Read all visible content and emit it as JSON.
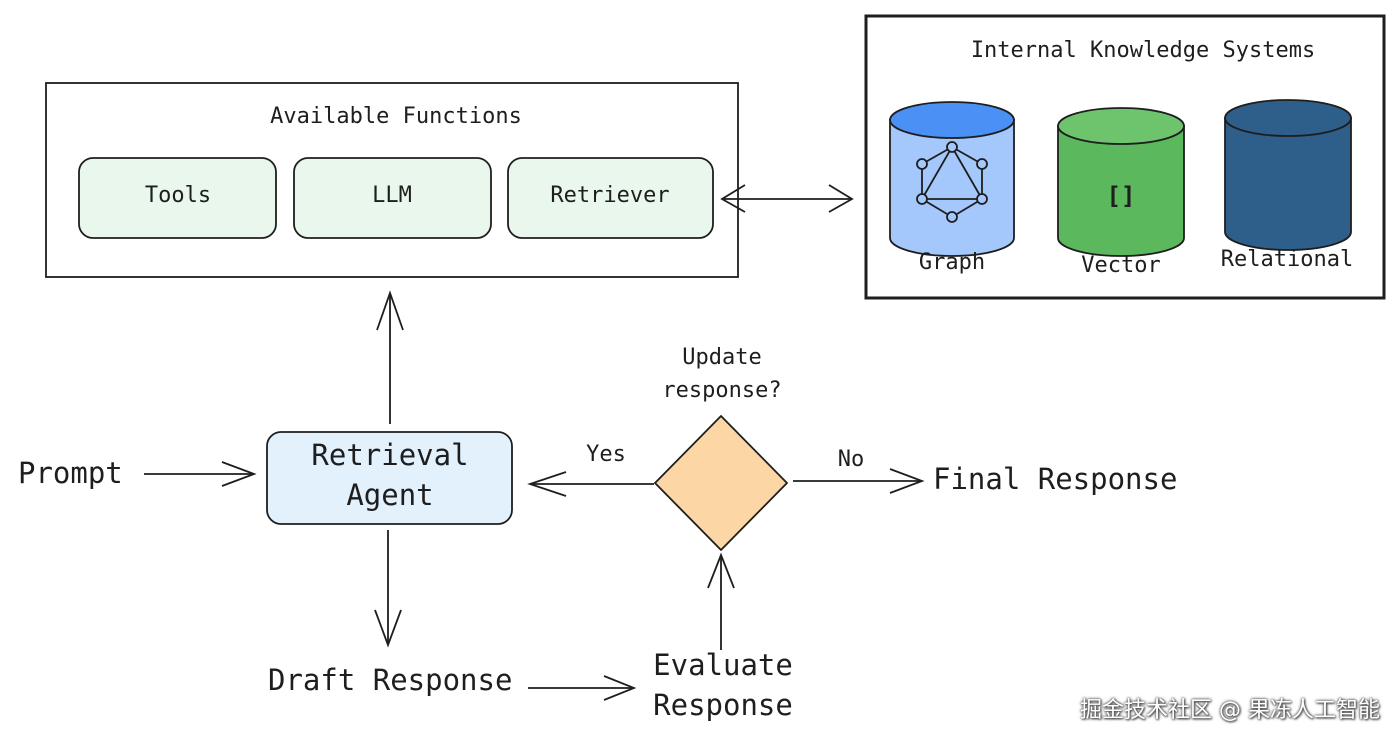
{
  "functions_panel": {
    "title": "Available Functions",
    "items": [
      "Tools",
      "LLM",
      "Retriever"
    ]
  },
  "knowledge_panel": {
    "title": "Internal Knowledge Systems",
    "stores": [
      {
        "label": "Graph",
        "symbol": "",
        "color": "#a5c8fc",
        "top_color": "#4a90f5"
      },
      {
        "label": "Vector",
        "symbol": "[]",
        "color": "#5cb85c",
        "top_color": "#6dc46d"
      },
      {
        "label": "Relational",
        "symbol": "",
        "color": "#2e5f8a",
        "top_color": "#2e5f8a"
      }
    ]
  },
  "flow": {
    "prompt": "Prompt",
    "agent_line1": "Retrieval",
    "agent_line2": "Agent",
    "decision_line1": "Update",
    "decision_line2": "response?",
    "yes": "Yes",
    "no": "No",
    "final": "Final Response",
    "draft": "Draft Response",
    "evaluate_line1": "Evaluate",
    "evaluate_line2": "Response"
  },
  "colors": {
    "function_fill": "#e9f7ec",
    "agent_fill": "#e3f1fd",
    "decision_fill": "#fcd6a4",
    "stroke": "#1e1e1e"
  },
  "watermark": "掘金技术社区 @ 果冻人工智能"
}
